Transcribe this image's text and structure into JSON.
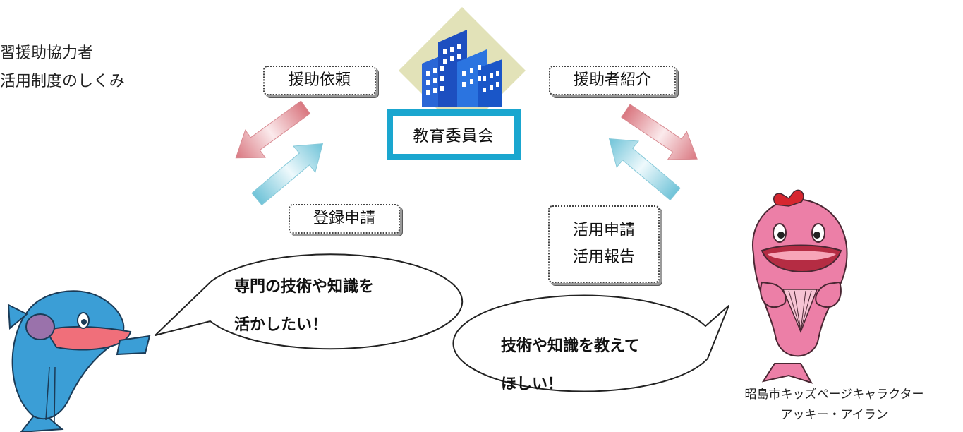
{
  "title": {
    "line1": "習援助協力者",
    "line2": "活用制度のしくみ"
  },
  "center": {
    "label": "教育委員会"
  },
  "labels": {
    "request_help": "援助依頼",
    "introduce_helper": "援助者紹介",
    "registration": "登録申請",
    "usage_application": "活用申請",
    "usage_report": "活用報告"
  },
  "bubbles": {
    "left": {
      "line1": "専門の技術や知識を",
      "line2": "活かしたい！"
    },
    "right": {
      "line1": "技術や知識を教えて",
      "line2": "ほしい！"
    }
  },
  "character": {
    "caption1": "昭島市キッズページキャラクター",
    "caption2": "アッキー・アイラン"
  },
  "colors": {
    "arrow_pink": "#e9a8ae",
    "arrow_blue": "#a6dbe6",
    "building_blue": "#1e5fd6",
    "diamond": "#e2e2b8",
    "board_border": "#1aa6cf",
    "whale_blue": "#3b9ed6",
    "whale_pink": "#ec7fa7"
  }
}
